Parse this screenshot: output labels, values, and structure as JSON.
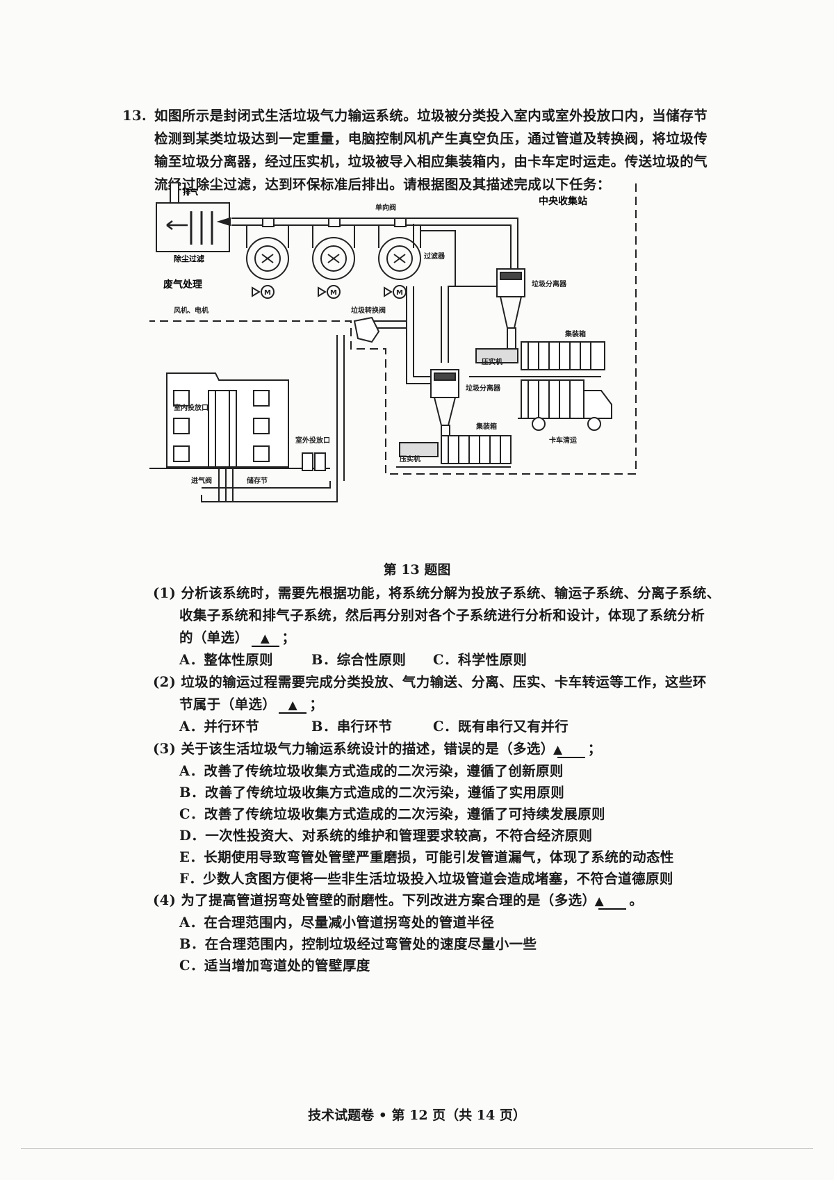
{
  "question": {
    "number": "13.",
    "intro_lines": [
      "如图所示是封闭式生活垃圾气力输运系统。垃圾被分类投入室内或室外投放口内，当储存节",
      "检测到某类垃圾达到一定重量，电脑控制风机产生真空负压，通过管道及转换阀，将垃圾传",
      "输至垃圾分离器，经过压实机，垃圾被导入相应集装箱内，由卡车定时运走。传送垃圾的气",
      "流经过除尘过滤，达到环保标准后排出。请根据图及其描述完成以下任务："
    ]
  },
  "figure": {
    "labels": {
      "exhaust": "排气",
      "dust_filter": "除尘过滤",
      "waste_gas": "废气处理",
      "check_valve": "单向阀",
      "central_station": "中央收集站",
      "filter": "过滤器",
      "fan_motor": "风机、电机",
      "separator_top": "垃圾分离器",
      "transfer_valve": "垃圾转换阀",
      "container_top": "集装箱",
      "compactor_top": "压实机",
      "indoor_inlet": "室内投放口",
      "separator_bottom": "垃圾分离器",
      "outdoor_inlet": "室外投放口",
      "container_bottom": "集装箱",
      "truck": "卡车清运",
      "compactor_bottom": "压实机",
      "air_inlet_valve": "进气阀",
      "storage_section": "储存节",
      "motor_symbol": "M"
    },
    "caption": "第 13 题图"
  },
  "subquestions": [
    {
      "stem_lines": [
        "(1) 分析该系统时，需要先根据功能，将系统分解为投放子系统、输运子系统、分离子系统、",
        "收集子系统和排气子系统，然后再分别对各个子系统进行分析和设计，体现了系统分析",
        "的（单选）"
      ],
      "options": [
        "A．整体性原则",
        "B．综合性原则",
        "C．科学性原则"
      ]
    },
    {
      "stem_lines": [
        "(2) 垃圾的输运过程需要完成分类投放、气力输送、分离、压实、卡车转运等工作，这些环",
        "节属于（单选）"
      ],
      "options": [
        "A．并行环节",
        "B．串行环节",
        "C．既有串行又有并行"
      ]
    },
    {
      "stem_lines": [
        "(3) 关于该生活垃圾气力输运系统设计的描述，错误的是（多选）"
      ],
      "options": [
        "A．改善了传统垃圾收集方式造成的二次污染，遵循了创新原则",
        "B．改善了传统垃圾收集方式造成的二次污染，遵循了实用原则",
        "C．改善了传统垃圾收集方式造成的二次污染，遵循了可持续发展原则",
        "D．一次性投资大、对系统的维护和管理要求较高，不符合经济原则",
        "E．长期使用导致弯管处管壁严重磨损，可能引发管道漏气，体现了系统的动态性",
        "F．少数人贪图方便将一些非生活垃圾投入垃圾管道会造成堵塞，不符合道德原则"
      ]
    },
    {
      "stem_lines": [
        "(4) 为了提高管道拐弯处管壁的耐磨性。下列改进方案合理的是（多选）"
      ],
      "options": [
        "A．在合理范围内，尽量减小管道拐弯处的管道半径",
        "B．在合理范围内，控制垃圾经过弯管处的速度尽量小一些",
        "C．适当增加弯道处的管壁厚度"
      ]
    }
  ],
  "blank_mark": "▲",
  "end_semicolon": "；",
  "end_period": "。",
  "footer": "技术试题卷 • 第 12 页（共 14 页）"
}
